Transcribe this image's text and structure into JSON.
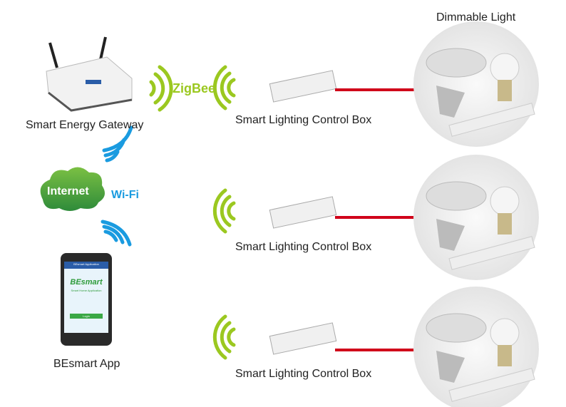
{
  "title": "Dimmable Light",
  "gateway_label": "Smart Energy Gateway",
  "zigbee_label": "ZigBee",
  "internet_label": "Internet",
  "wifi_label": "Wi-Fi",
  "app_label": "BEsmart App",
  "phone": {
    "header": "BEsmart Application",
    "brand": "BEsmart",
    "subtitle": "Smart Home Application",
    "login": "Login"
  },
  "control_boxes": [
    {
      "label": "Smart Lighting Control Box"
    },
    {
      "label": "Smart Lighting Control Box"
    },
    {
      "label": "Smart Lighting Control Box"
    }
  ],
  "colors": {
    "zigbee": "#9bc820",
    "wifi": "#1a9be0",
    "wire": "#d0001a"
  }
}
